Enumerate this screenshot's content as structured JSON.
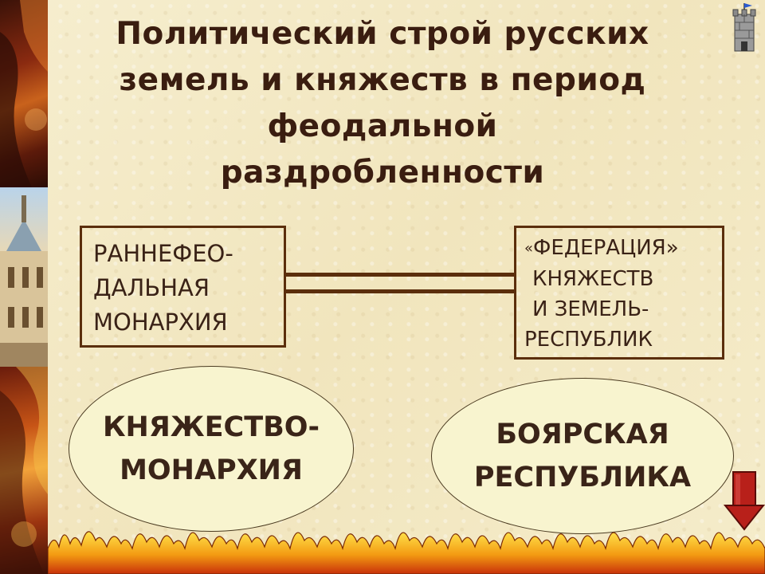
{
  "title": {
    "lines": [
      "Политический строй русских",
      "земель и княжеств в период",
      "феодальной",
      "раздробленности"
    ]
  },
  "left_box": {
    "lines": [
      "РАННЕФЕО-",
      "ДАЛЬНАЯ",
      "МОНАРХИЯ"
    ]
  },
  "right_box": {
    "quote_open": "«",
    "quote_word": "ФЕДЕРАЦИЯ»",
    "lines": [
      "КНЯЖЕСТВ",
      "И ЗЕМЕЛЬ-",
      "РЕСПУБЛИК"
    ]
  },
  "left_ellipse": {
    "lines": [
      "КНЯЖЕСТВО-",
      "МОНАРХИЯ"
    ]
  },
  "right_ellipse": {
    "lines": [
      "БОЯРСКАЯ",
      "РЕСПУБЛИКА"
    ]
  },
  "icons": {
    "castle": "castle-tower-icon",
    "nav": "down-arrow-icon"
  },
  "colors": {
    "background": "#f3e9c4",
    "text": "#3a1d10",
    "box_border": "#5b2e0c",
    "ellipse_fill": "#f8f4cf",
    "arrow": "#b8201a"
  }
}
